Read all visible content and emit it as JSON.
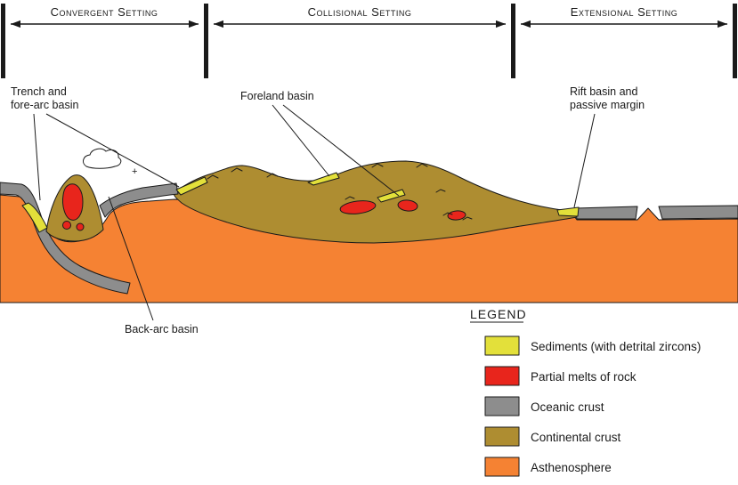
{
  "colors": {
    "sediments": "#E3E03A",
    "partial_melts": "#E8251C",
    "oceanic_crust": "#8D8D8D",
    "continental_crust": "#AE8D31",
    "asthenosphere": "#F58233",
    "cloud": "#FFFFFF",
    "outline": "#1A1A1A"
  },
  "header": {
    "sections": [
      {
        "label": "Convergent Setting"
      },
      {
        "label": "Collisional Setting"
      },
      {
        "label": "Extensional Setting"
      }
    ]
  },
  "labels": {
    "trench_line1": "Trench and",
    "trench_line2": "fore-arc basin",
    "foreland": "Foreland basin",
    "rift_line1": "Rift basin and",
    "rift_line2": "passive margin",
    "back_arc": "Back-arc basin",
    "plus_sign": "+"
  },
  "legend": {
    "title": "LEGEND",
    "items": [
      {
        "label": "Sediments (with detrital zircons)"
      },
      {
        "label": "Partial melts of rock"
      },
      {
        "label": "Oceanic crust"
      },
      {
        "label": "Continental crust"
      },
      {
        "label": "Asthenosphere"
      }
    ]
  }
}
